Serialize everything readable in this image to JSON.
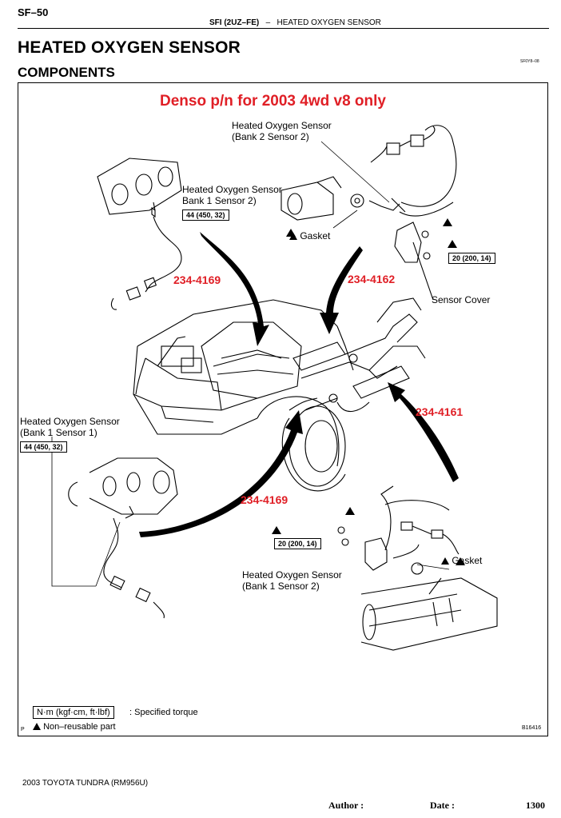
{
  "header": {
    "page_code": "SF–50",
    "section_code": "SFI (2UZ–FE)",
    "section_sep": "–",
    "section_title": "HEATED OXYGEN SENSOR"
  },
  "title": "HEATED OXYGEN SENSOR",
  "subtitle": "COMPONENTS",
  "figure_code": "SF0Y8–08",
  "annotation_note": "Denso p/n for 2003 4wd v8 only",
  "labels": {
    "b2s2_line1": "Heated Oxygen Sensor",
    "b2s2_line2": "(Bank 2 Sensor 2)",
    "b1s2_top_line1": "Heated Oxygen Sensor",
    "b1s2_top_line2": "Bank 1 Sensor 2)",
    "b1s1_line1": "Heated Oxygen Sensor",
    "b1s1_line2": "(Bank 1 Sensor 1)",
    "b1s2_bot_line1": "Heated Oxygen Sensor",
    "b1s2_bot_line2": "(Bank 1 Sensor 2)",
    "gasket_top": "Gasket",
    "gasket_bottom": "Gasket",
    "sensor_cover": "Sensor Cover"
  },
  "torques": {
    "t1": "44 (450, 32)",
    "t2": "20 (200, 14)",
    "t3": "44 (450, 32)",
    "t4": "20 (200, 14)"
  },
  "part_numbers": {
    "p1": "234-4169",
    "p2": "234-4162",
    "p3": "234-4161",
    "p4": "234-4169"
  },
  "legend": {
    "torque_unit": "N·m (kgf·cm, ft·lbf)",
    "torque_desc": ": Specified torque",
    "non_reusable": "Non–reusable part",
    "p_mark": "P",
    "illustration_code": "B16416"
  },
  "footer": {
    "model": "2003 TOYOTA TUNDRA   (RM956U)",
    "author_label": "Author :",
    "date_label": "Date :",
    "page_number": "1300"
  }
}
